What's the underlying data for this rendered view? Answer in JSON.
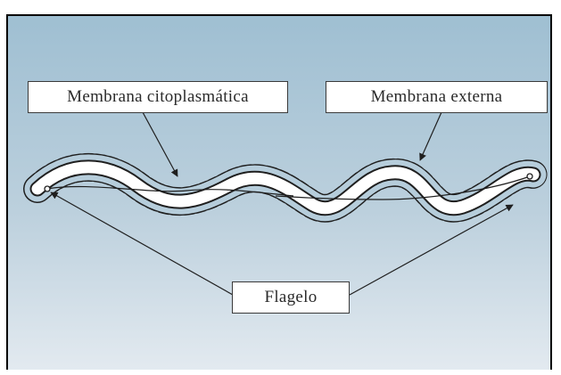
{
  "diagram": {
    "labels": {
      "cytoplasmic_membrane": "Membrana citoplasmática",
      "outer_membrane": "Membrana externa",
      "flagellum": "Flagelo"
    },
    "colors": {
      "background_top": "#9fbfd2",
      "background_bottom": "#dfe7ee",
      "cell_fill": "#ffffff",
      "outline": "#1f1f1f"
    }
  }
}
